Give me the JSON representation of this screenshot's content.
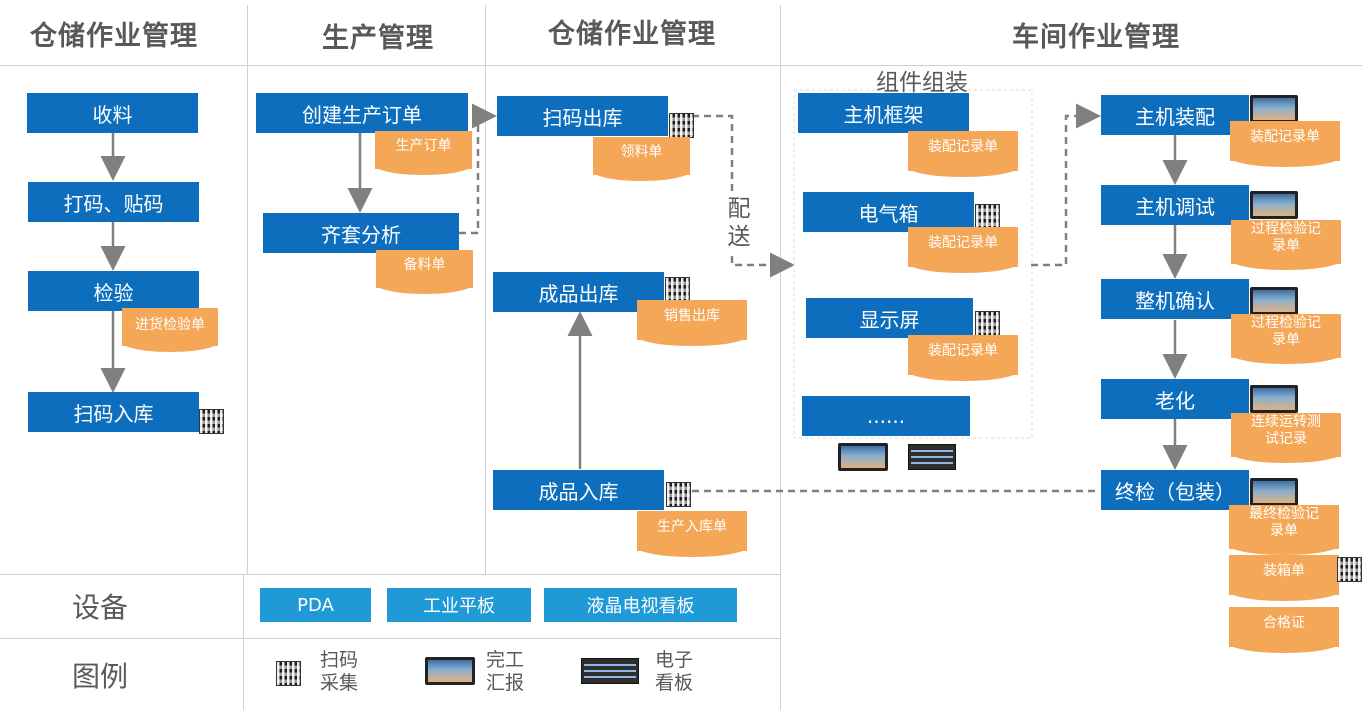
{
  "headers": {
    "col1": "仓储作业管理",
    "col2": "生产管理",
    "col3": "仓储作业管理",
    "col4": "车间作业管理"
  },
  "rows": {
    "devices": "设备",
    "legend": "图例"
  },
  "warehouse_in": {
    "receive": "收料",
    "label": "打码、贴码",
    "inspect": "检验",
    "inspect_doc": "进货检验单",
    "store": "扫码入库"
  },
  "production": {
    "create_order": "创建生产订单",
    "order_doc": "生产订单",
    "kitting": "齐套分析",
    "kitting_doc": "备料单"
  },
  "warehouse_out": {
    "scan_out": "扫码出库",
    "pick_doc": "领料单",
    "fg_out": "成品出库",
    "sales_doc": "销售出库",
    "fg_in": "成品入库",
    "fg_in_doc": "生产入库单",
    "delivery": "配送"
  },
  "components": {
    "title": "组件组装",
    "frame": "主机框架",
    "frame_doc": "装配记录单",
    "ebox": "电气箱",
    "ebox_doc": "装配记录单",
    "display": "显示屏",
    "display_doc": "装配记录单",
    "more": "......"
  },
  "workshop": {
    "assembly": "主机装配",
    "assembly_doc": "装配记录单",
    "debug": "主机调试",
    "debug_doc": "过程检验记录单",
    "confirm": "整机确认",
    "confirm_doc": "过程检验记录单",
    "aging": "老化",
    "aging_doc": "连续运转测试记录",
    "final": "终检（包装）",
    "final_doc": "最终检验记录单",
    "packing_doc": "装箱单",
    "cert_doc": "合格证"
  },
  "devices": {
    "pda": "PDA",
    "tablet": "工业平板",
    "tv": "液晶电视看板"
  },
  "legend": {
    "scan": "扫码采集",
    "report": "完工汇报",
    "board": "电子看板"
  },
  "colors": {
    "process_box": "#0e6ebe",
    "document": "#f4a757",
    "device": "#1f9ad6",
    "text_gray": "#595959"
  }
}
